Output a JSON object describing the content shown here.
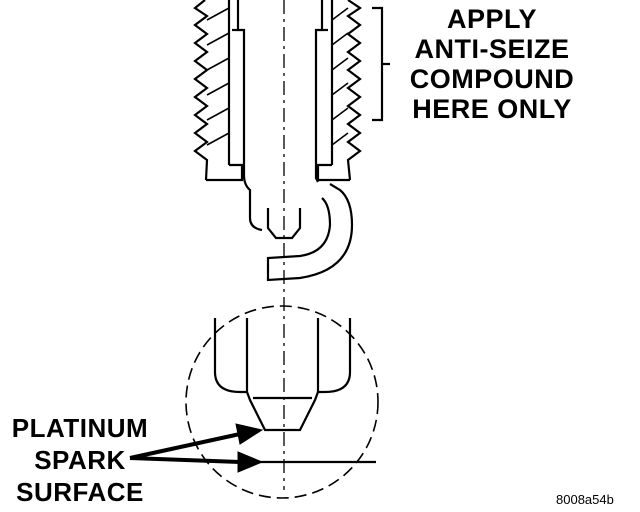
{
  "callouts": {
    "anti_seize": [
      "APPLY",
      "ANTI-SEIZE",
      "COMPOUND",
      "HERE ONLY"
    ],
    "platinum": [
      "PLATINUM",
      "SPARK",
      "SURFACE"
    ]
  },
  "figure_id": "8008a54b",
  "colors": {
    "ink": "#000000",
    "background": "#ffffff"
  }
}
